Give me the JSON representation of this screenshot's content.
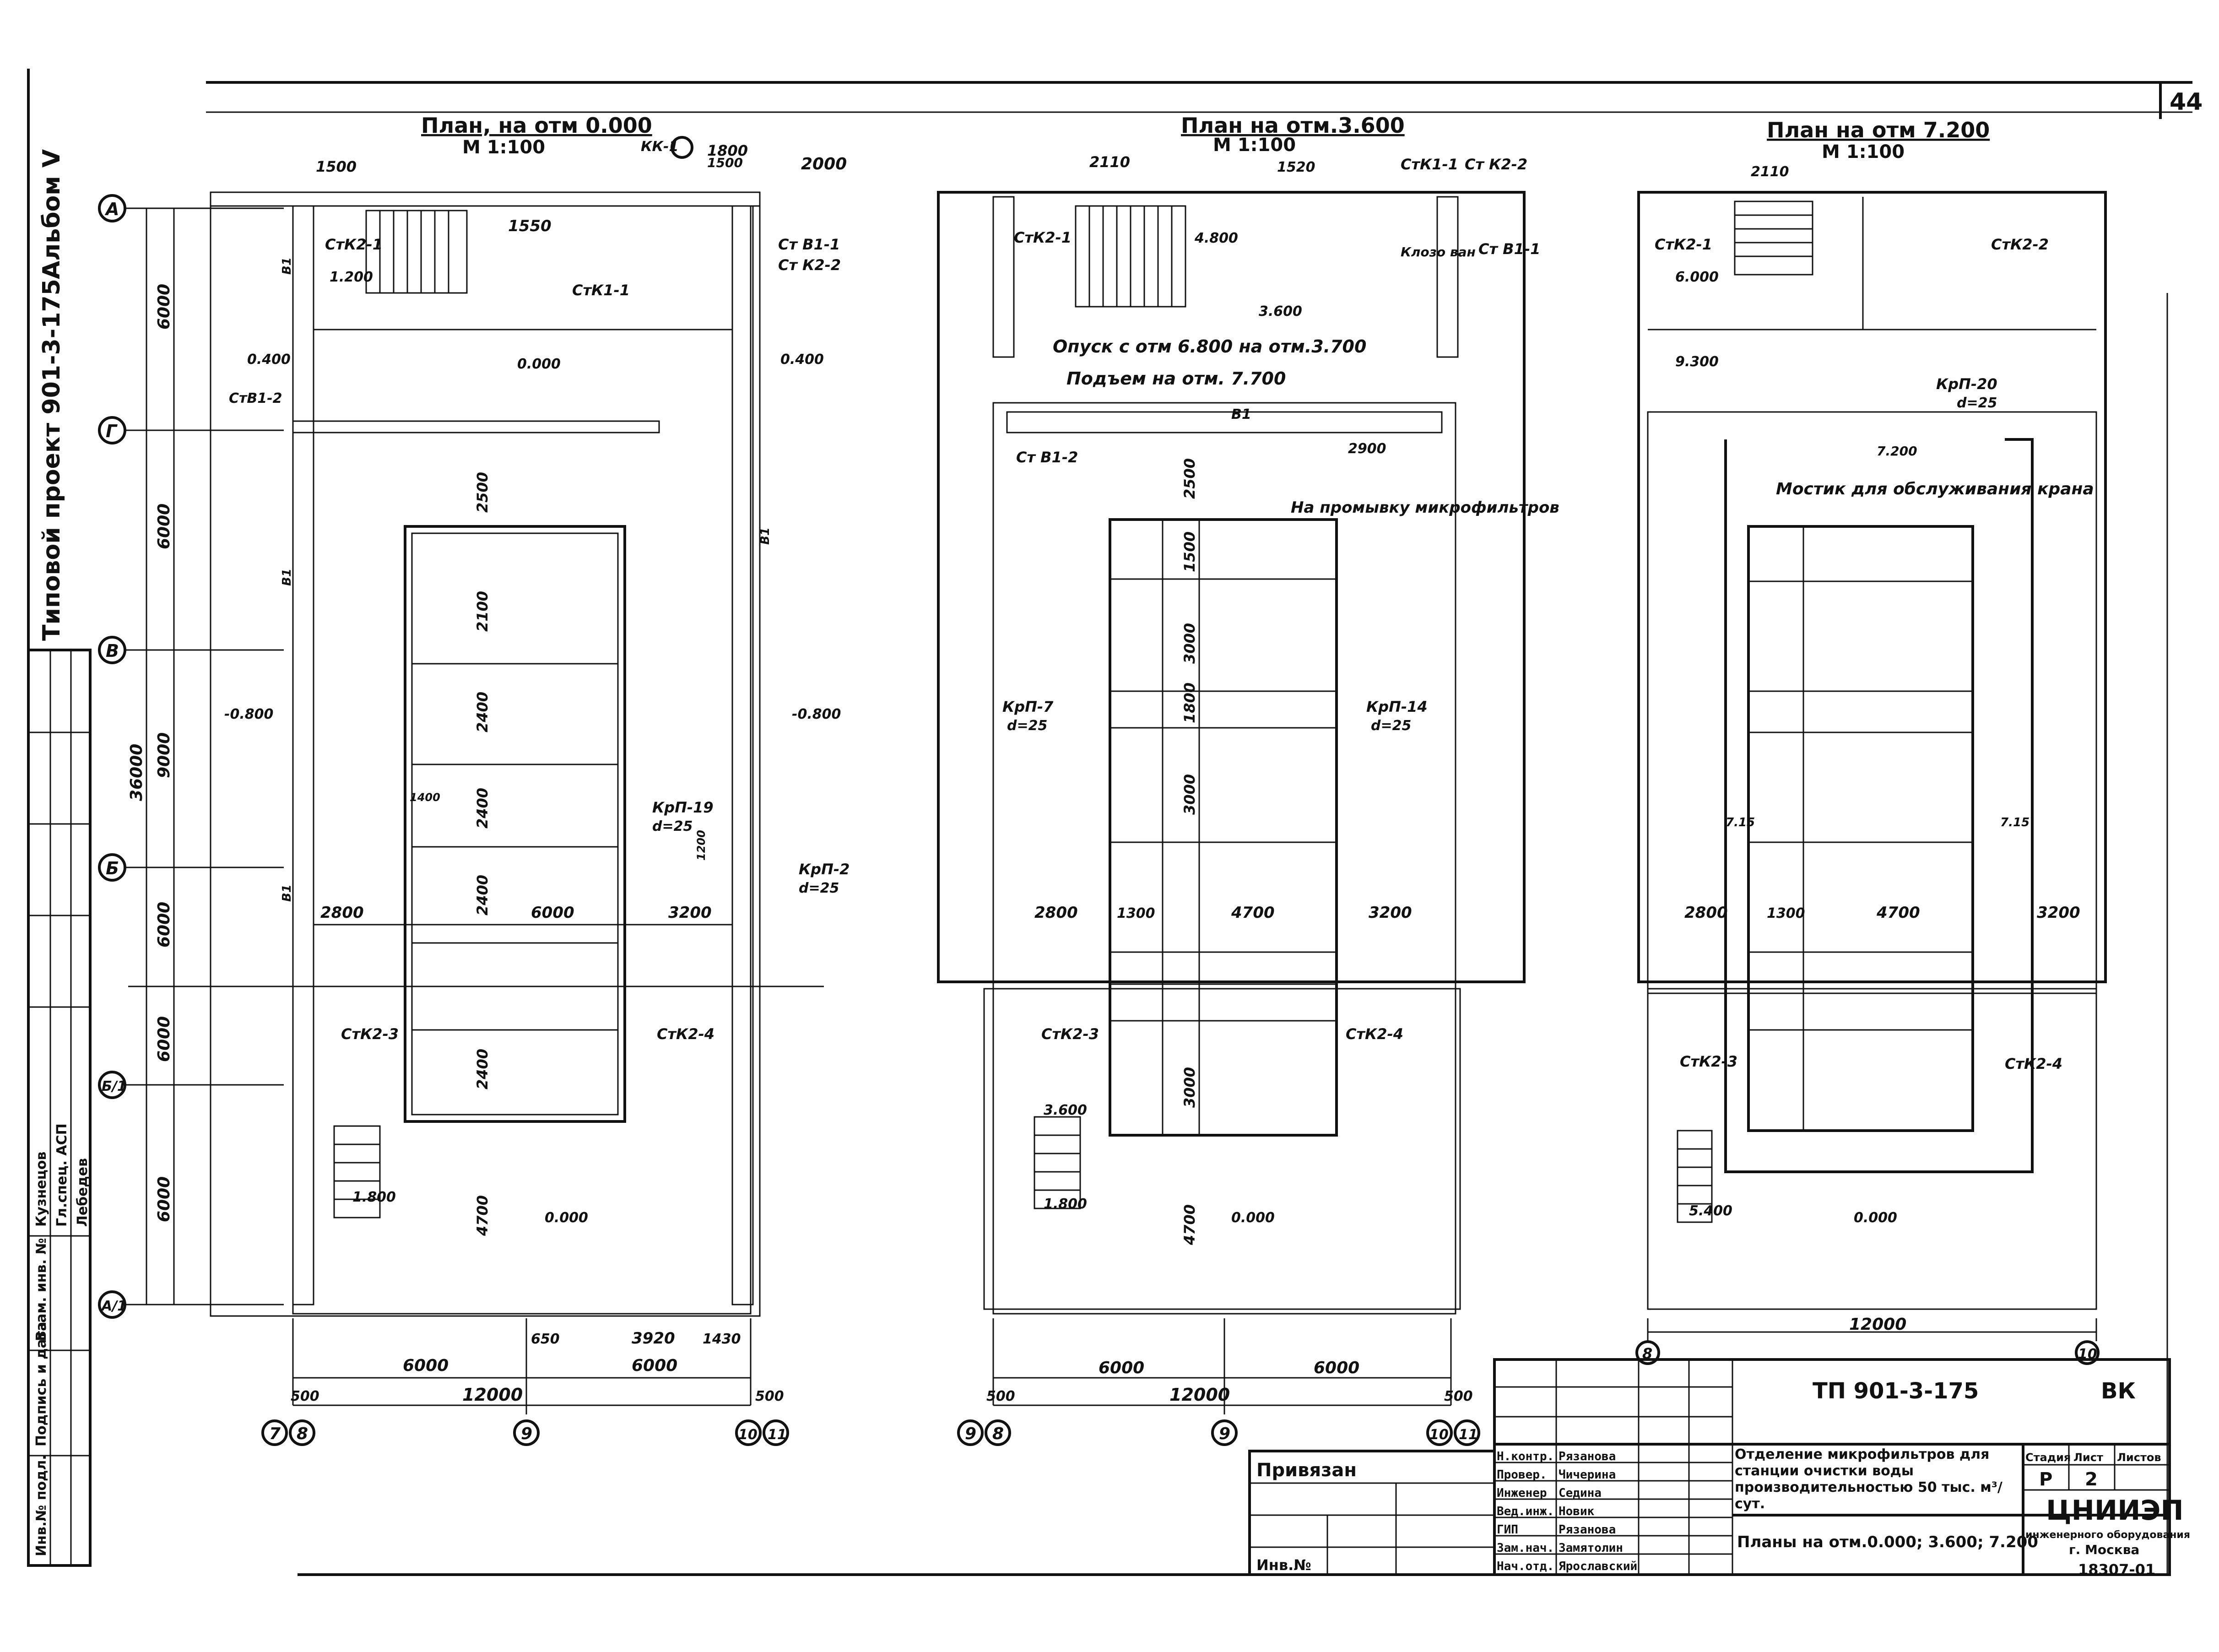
{
  "sheet": {
    "sheet_number": "44",
    "album": "Альбом V",
    "project": "Типовой проект 901-3-175"
  },
  "plans": [
    {
      "title": "План, на отм 0.000",
      "scale": "М 1:100"
    },
    {
      "title": "План на отм.3.600",
      "scale": "М 1:100"
    },
    {
      "title": "План на отм 7.200",
      "scale": "М 1:100"
    }
  ],
  "axes": {
    "rows": [
      "А",
      "Г",
      "В",
      "Б",
      "Б/1",
      "А/1"
    ],
    "cols_plan1": [
      "7",
      "8",
      "9",
      "10",
      "11"
    ],
    "cols_plan2": [
      "9",
      "8",
      "9",
      "10",
      "11"
    ],
    "cols_plan3": [
      "8",
      "10"
    ],
    "row_dims": [
      "6000",
      "6000",
      "9000",
      "6000",
      "6000",
      "6000",
      "36000"
    ]
  },
  "plan1": {
    "top_dims": [
      "1500",
      "1800",
      "1500",
      "2000"
    ],
    "stair_width": "1550",
    "labels": [
      "КК-1",
      "СтК2-1",
      "Ст В1-1",
      "Ст К2-2",
      "СтК1-1",
      "0.400",
      "0.400",
      "СтВ1-2",
      "1.200",
      "0.000",
      "-0.800",
      "-0.800",
      "КрП-19",
      "d=25",
      "КрП-2",
      "d=25",
      "СтК2-3",
      "СтК2-4",
      "1.800",
      "0.000",
      "В1",
      "В1",
      "В1",
      "В1"
    ],
    "inner_dims": [
      "2500",
      "2100",
      "2400",
      "2400",
      "2400",
      "2400",
      "4700",
      "1400",
      "1200"
    ],
    "bottom_dims_row1": [
      "2800",
      "6000",
      "3200"
    ],
    "bottom_dims_row2": [
      "650",
      "3920",
      "1430"
    ],
    "bottom_dims_row3": [
      "6000",
      "6000"
    ],
    "bottom_dims_row4": [
      "500",
      "12000",
      "500"
    ]
  },
  "plan2": {
    "top_dims": [
      "2110",
      "1520"
    ],
    "labels": [
      "СтК1-1",
      "Ст К2-2",
      "СтК2-1",
      "4.800",
      "Клозо ван",
      "Ст В1-1",
      "3.600",
      "Опуск с отм 6.800 на отм.3.700",
      "Подъем на отм. 7.700",
      "В1",
      "Ст В1-2",
      "2900",
      "На промывку микрофильтров",
      "КрП-7",
      "d=25",
      "КрП-14",
      "d=25",
      "СтК2-3",
      "СтК2-4",
      "3.600",
      "1.800",
      "0.000"
    ],
    "inner_dims": [
      "2500",
      "1500",
      "3000",
      "1800",
      "3000",
      "3000",
      "4700"
    ],
    "bottom_dims_row1": [
      "2800",
      "1300",
      "4700",
      "3200"
    ],
    "bottom_dims_row3": [
      "6000",
      "6000"
    ],
    "bottom_dims_row4": [
      "500",
      "12000",
      "500"
    ]
  },
  "plan3": {
    "top_dims": [
      "2110"
    ],
    "labels": [
      "СтК2-1",
      "6.000",
      "СтК2-2",
      "9.300",
      "КрП-20",
      "d=25",
      "7.200",
      "Мостик для обслуживания крана",
      "7.15",
      "7.15",
      "СтК2-3",
      "СтК2-4",
      "5.400",
      "0.000"
    ],
    "bottom_dims_row1": [
      "2800",
      "1300",
      "4700",
      "3200"
    ],
    "bottom_dim": "12000"
  },
  "left_stamp": [
    "Инв.№ подл.",
    "Подпись и дата",
    "Взам. инв. №",
    "Кузнецов",
    "Гл.спец. АСП",
    "Лебедев"
  ],
  "title_block": {
    "code": "ТП 901-3-175",
    "mark": "ВК",
    "bound": "Привязан",
    "inv": "Инв.№",
    "roles": [
      "Н.контр.",
      "Провер.",
      "Инженер",
      "Вед.инж.",
      "ГИП",
      "Зам.нач.",
      "Нач.отд."
    ],
    "names": [
      "Рязанова",
      "Чичерина",
      "Седина",
      "Новик",
      "Рязанова",
      "Замятолин",
      "Ярославский"
    ],
    "description_1": "Отделение микрофильтров для станции очистки воды производительностью 50 тыс. м³/сут.",
    "description_2": "Планы на отм.0.000; 3.600; 7.200",
    "stage_label": "Стадия",
    "sheet_label": "Лист",
    "sheets_label": "Листов",
    "stage": "Р",
    "sheet": "2",
    "org": "ЦНИИЭП",
    "org_sub": "инженерного оборудования",
    "city": "г. Москва",
    "doc_number": "18307-01"
  }
}
